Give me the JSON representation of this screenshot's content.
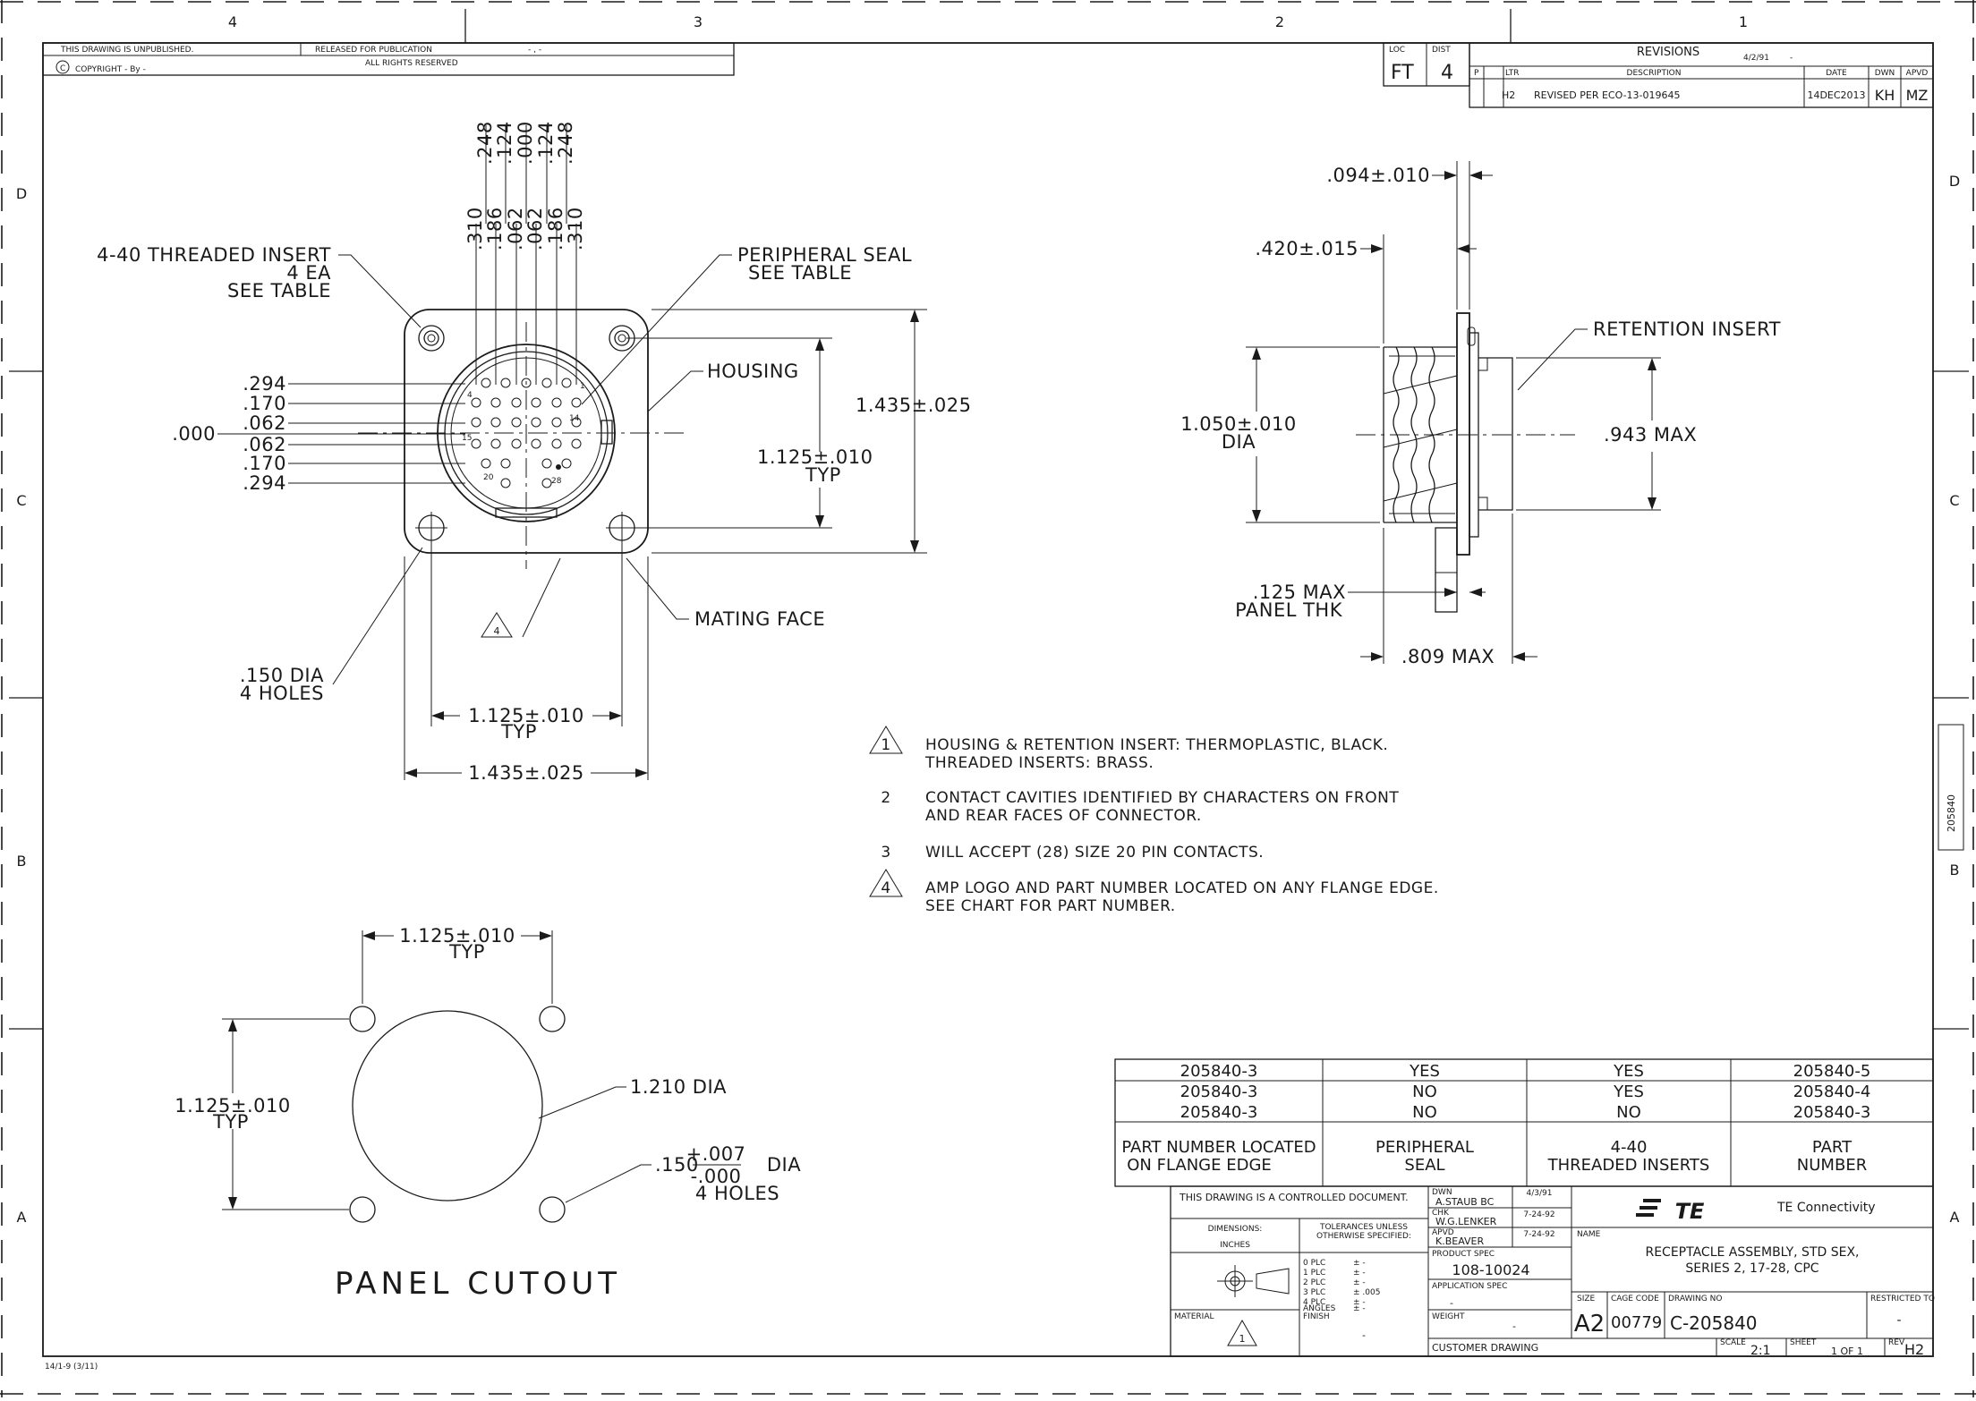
{
  "zones": {
    "cols": [
      "4",
      "3",
      "2",
      "1"
    ],
    "rows": [
      "D",
      "C",
      "B",
      "A"
    ]
  },
  "header": {
    "unpublished": "THIS DRAWING IS UNPUBLISHED.",
    "released": "RELEASED FOR PUBLICATION",
    "released_date": "- , -",
    "copyright": "COPYRIGHT  -   By  -",
    "rights": "ALL RIGHTS RESERVED"
  },
  "loc_dist": {
    "loc_label": "LOC",
    "loc": "FT",
    "dist_label": "DIST",
    "dist": "4"
  },
  "revisions": {
    "title": "REVISIONS",
    "date_note": "4/2/91",
    "dash": "-",
    "headers": [
      "P",
      "LTR",
      "DESCRIPTION",
      "DATE",
      "DWN",
      "APVD"
    ],
    "rows": [
      {
        "p": "",
        "ltr": "H2",
        "desc": "REVISED PER ECO-13-019645",
        "date": "14DEC2013",
        "dwn": "KH",
        "apvd": "MZ"
      }
    ]
  },
  "front_view": {
    "top_dims": [
      ".310",
      ".186",
      ".062",
      ".062",
      ".186",
      ".310"
    ],
    "top_dims2": [
      ".248",
      ".124",
      ".000",
      ".124",
      ".248"
    ],
    "left_dims": [
      ".294",
      ".170",
      ".062",
      ".000",
      ".062",
      ".170",
      ".294"
    ],
    "threaded_insert": [
      "4-40 THREADED INSERT",
      "4 EA",
      "SEE TABLE"
    ],
    "peripheral_seal": [
      "PERIPHERAL SEAL",
      "SEE TABLE"
    ],
    "housing": "HOUSING",
    "overall_height": "1.435±.025",
    "hole_spacing_v": [
      "1.125±.010",
      "TYP"
    ],
    "mating_face": "MATING FACE",
    "note_flag": "4",
    "cavity_labels": [
      "4",
      "1",
      "14",
      "15",
      "20",
      "28"
    ],
    "holes": [
      ".150 DIA",
      "4 HOLES"
    ],
    "hole_spacing_h": [
      "1.125±.010",
      "TYP"
    ],
    "overall_width": "1.435±.025"
  },
  "side_view": {
    "flange_thk": ".094±.010",
    "flange_offset": ".420±.015",
    "retention_insert": "RETENTION INSERT",
    "body_dia": [
      "1.050±.010",
      "DIA"
    ],
    "insert_dia": ".943  MAX",
    "panel": [
      ".125  MAX",
      "PANEL THK"
    ],
    "depth": ".809  MAX"
  },
  "notes": [
    {
      "num": "1",
      "flag": true,
      "lines": [
        "HOUSING & RETENTION INSERT: THERMOPLASTIC, BLACK.",
        "THREADED INSERTS: BRASS."
      ]
    },
    {
      "num": "2",
      "flag": false,
      "lines": [
        "CONTACT CAVITIES IDENTIFIED BY CHARACTERS ON FRONT",
        "AND REAR FACES OF CONNECTOR."
      ]
    },
    {
      "num": "3",
      "flag": false,
      "lines": [
        "WILL ACCEPT (28) SIZE 20 PIN CONTACTS."
      ]
    },
    {
      "num": "4",
      "flag": true,
      "lines": [
        "AMP LOGO AND PART NUMBER LOCATED ON ANY FLANGE EDGE.",
        "SEE CHART FOR PART NUMBER."
      ]
    }
  ],
  "panel_cutout": {
    "spacing_h": [
      "1.125±.010",
      "TYP"
    ],
    "spacing_v": [
      "1.125±.010",
      "TYP"
    ],
    "center_dia": "1.210  DIA",
    "hole_dia": ".150",
    "hole_tol_plus": "+.007",
    "hole_tol_minus": "-.000",
    "hole_dia_label": "DIA",
    "holes": "4 HOLES",
    "title": "PANEL CUTOUT"
  },
  "part_table": {
    "rows": [
      [
        "205840-3",
        "YES",
        "YES",
        "205840-5"
      ],
      [
        "205840-3",
        "NO",
        "YES",
        "205840-4"
      ],
      [
        "205840-3",
        "NO",
        "NO",
        "205840-3"
      ]
    ],
    "headers": [
      [
        "PART NUMBER LOCATED",
        "ON FLANGE EDGE"
      ],
      [
        "PERIPHERAL",
        "SEAL"
      ],
      [
        "4-40",
        "THREADED INSERTS"
      ],
      [
        "PART",
        "NUMBER"
      ]
    ]
  },
  "title_block": {
    "controlled": "THIS DRAWING IS A CONTROLLED DOCUMENT.",
    "dimensions_label": "DIMENSIONS:",
    "dimensions_unit": "INCHES",
    "tolerances": [
      "TOLERANCES UNLESS",
      "OTHERWISE SPECIFIED:"
    ],
    "tol_rows": [
      [
        "0 PLC",
        "± -"
      ],
      [
        "1 PLC",
        "± -"
      ],
      [
        "2 PLC",
        "± -"
      ],
      [
        "3 PLC",
        "± .005"
      ],
      [
        "4 PLC",
        "± -"
      ],
      [
        "ANGLES",
        "± -"
      ]
    ],
    "material_label": "MATERIAL",
    "material_flag": "1",
    "finish_label": "FINISH",
    "finish": "-",
    "dwn_label": "DWN",
    "dwn": "A.STAUB  BC",
    "dwn_date": "4/3/91",
    "chk_label": "CHK",
    "chk": "W.G.LENKER",
    "chk_date": "7-24-92",
    "apvd_label": "APVD",
    "apvd": "K.BEAVER",
    "apvd_date": "7-24-92",
    "product_spec_label": "PRODUCT SPEC",
    "product_spec": "108-10024",
    "app_spec_label": "APPLICATION SPEC",
    "app_spec": "-",
    "weight_label": "WEIGHT",
    "weight": "-",
    "customer": "CUSTOMER DRAWING",
    "logo": "TE",
    "company": "TE Connectivity",
    "name_label": "NAME",
    "name": [
      "RECEPTACLE ASSEMBLY, STD SEX,",
      "SERIES 2, 17-28, CPC"
    ],
    "size_label": "SIZE",
    "size": "A2",
    "cage_label": "CAGE CODE",
    "cage": "00779",
    "dwg_label": "DRAWING NO",
    "dwg": "C-205840",
    "restricted_label": "RESTRICTED TO",
    "restricted": "-",
    "scale_label": "SCALE",
    "scale": "2:1",
    "sheet_label": "SHEET",
    "sheet": "1  OF  1",
    "rev_label": "REV",
    "rev": "H2"
  },
  "side_stamp": "205840",
  "form_no": "14/1-9  (3/11)"
}
